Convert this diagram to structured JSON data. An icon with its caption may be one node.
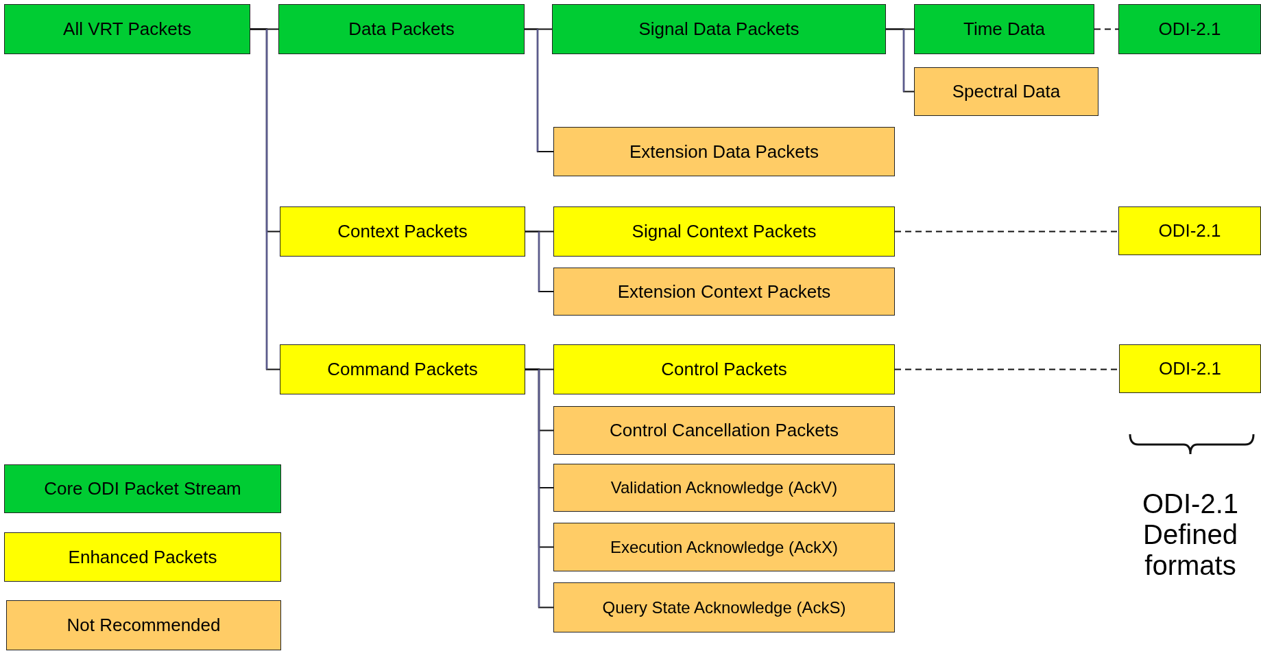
{
  "diagram": {
    "nodes": [
      {
        "text": [
          "All VRT Packets"
        ]
      },
      {
        "text": [
          "Data Packets"
        ]
      },
      {
        "text": [
          "Signal Data Packets"
        ]
      },
      {
        "text": [
          "Time Data"
        ]
      },
      {
        "text": [
          "ODI-2.1"
        ]
      },
      {
        "text": [
          "Spectral Data"
        ]
      },
      {
        "text": [
          "Extension Data Packets"
        ]
      },
      {
        "text": [
          "Context Packets"
        ]
      },
      {
        "text": [
          "Signal Context Packets"
        ]
      },
      {
        "text": [
          "ODI-2.1"
        ]
      },
      {
        "text": [
          "Extension Context Packets"
        ]
      },
      {
        "text": [
          "Command Packets"
        ]
      },
      {
        "text": [
          "Control Packets"
        ]
      },
      {
        "text": [
          "ODI-2.1"
        ]
      },
      {
        "text": [
          "Control Cancellation Packets"
        ]
      },
      {
        "text": [
          "Validation Acknowledge (AckV)"
        ]
      },
      {
        "text": [
          "Execution Acknowledge (AckX)"
        ]
      },
      {
        "text": [
          "Query State Acknowledge (AckS)"
        ]
      }
    ],
    "edges": [
      {
        "from": 0,
        "to": 1,
        "arrow": "none"
      },
      {
        "from": 0,
        "to": 7,
        "arrow": "none"
      },
      {
        "from": 0,
        "to": 11,
        "arrow": "none"
      },
      {
        "from": 1,
        "to": 2,
        "arrow": "none"
      },
      {
        "from": 1,
        "to": 6,
        "arrow": "none"
      },
      {
        "from": 2,
        "to": 3,
        "arrow": "none"
      },
      {
        "from": 2,
        "to": 5,
        "arrow": "none"
      },
      {
        "from": 3,
        "to": 4,
        "arrow": "none",
        "style": "dashed"
      },
      {
        "from": 7,
        "to": 8,
        "arrow": "none"
      },
      {
        "from": 7,
        "to": 10,
        "arrow": "none"
      },
      {
        "from": 8,
        "to": 9,
        "arrow": "none",
        "style": "dashed"
      },
      {
        "from": 11,
        "to": 12,
        "arrow": "none"
      },
      {
        "from": 11,
        "to": 14,
        "arrow": "none"
      },
      {
        "from": 11,
        "to": 15,
        "arrow": "none"
      },
      {
        "from": 11,
        "to": 16,
        "arrow": "none"
      },
      {
        "from": 11,
        "to": 17,
        "arrow": "none"
      },
      {
        "from": 12,
        "to": 13,
        "arrow": "none",
        "style": "dashed"
      }
    ],
    "labels": [
      "ODI-2.1 Defined formats"
    ],
    "legend": [
      {
        "text": "Core ODI Packet Stream",
        "color": "#00cc33"
      },
      {
        "text": "Enhanced Packets",
        "color": "#ffff00"
      },
      {
        "text": "Not Recommended",
        "color": "#ffcc66"
      }
    ]
  }
}
